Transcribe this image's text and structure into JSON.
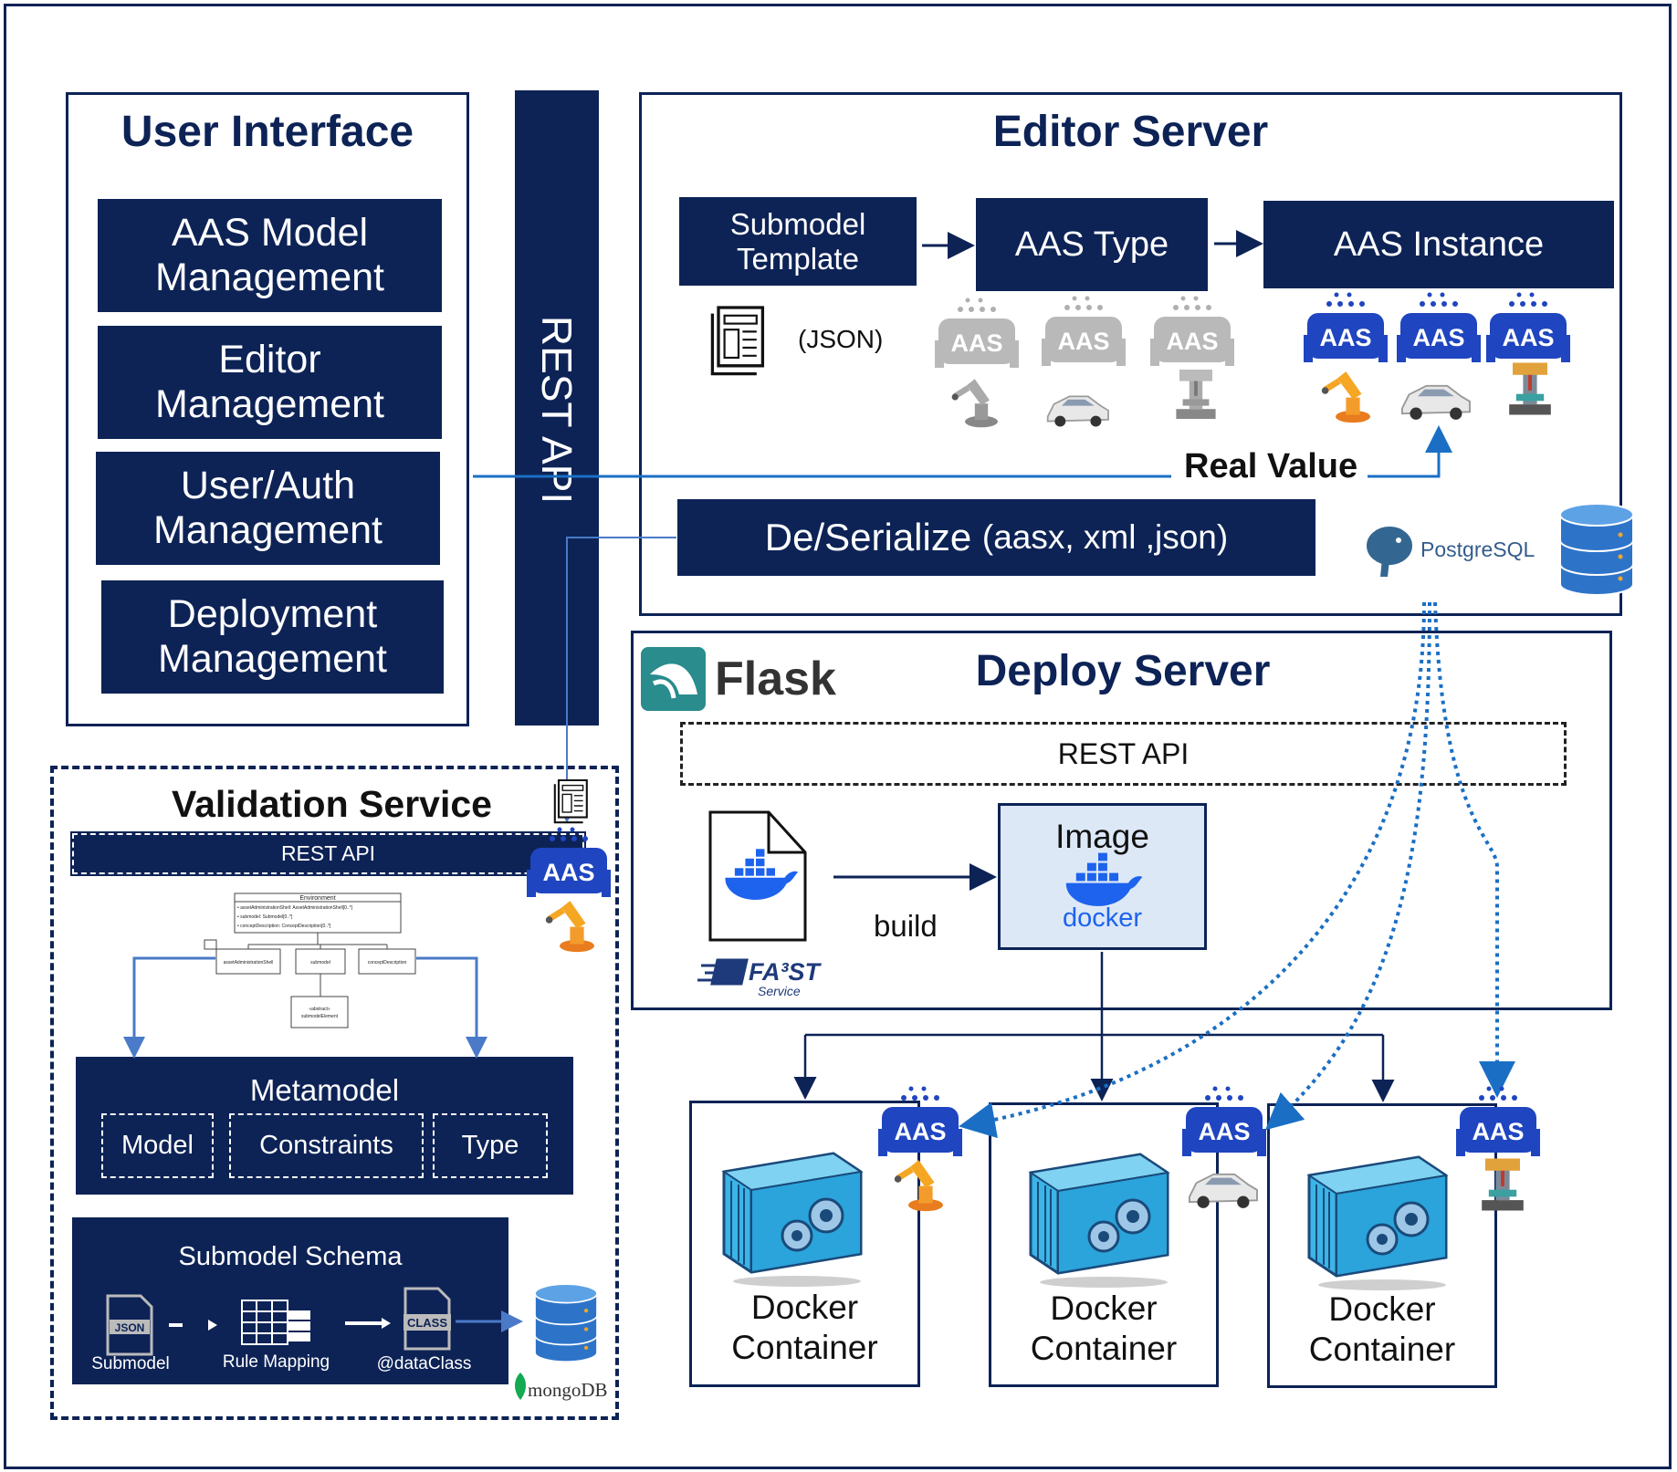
{
  "ui_panel": {
    "title": "User Interface",
    "items": [
      {
        "line1": "AAS Model",
        "line2": "Management"
      },
      {
        "line1": "Editor",
        "line2": "Management"
      },
      {
        "line1": "User/Auth",
        "line2": "Management"
      },
      {
        "line1": "Deployment",
        "line2": "Management"
      }
    ]
  },
  "rest_api_bar": {
    "label": "REST API"
  },
  "editor_server": {
    "title": "Editor Server",
    "submodel_template": {
      "line1": "Submodel",
      "line2": "Template"
    },
    "aas_type": "AAS Type",
    "aas_instance": "AAS Instance",
    "json_note": "(JSON)",
    "aas_badge": "AAS",
    "real_value": "Real Value",
    "deserialize_main": "De/Serialize",
    "deserialize_formats": "(aasx, xml ,json)",
    "postgres": "PostgreSQL"
  },
  "deploy_server": {
    "flask": "Flask",
    "title": "Deploy Server",
    "rest_api": "REST API",
    "docker_word": "docker",
    "build": "build",
    "image": "Image",
    "fast_logo": "FA³ST",
    "fast_service": "Service"
  },
  "containers": [
    {
      "line1": "Docker",
      "line2": "Container",
      "badge": "AAS",
      "asset": "robot-arm"
    },
    {
      "line1": "Docker",
      "line2": "Container",
      "badge": "AAS",
      "asset": "car"
    },
    {
      "line1": "Docker",
      "line2": "Container",
      "badge": "AAS",
      "asset": "machine-tool"
    }
  ],
  "validation": {
    "title": "Validation Service",
    "rest_api": "REST API",
    "badge": "AAS",
    "uml": {
      "env": "Environment",
      "env_attrs": [
        "• assetAdministrationShell: AssetAdministrationShell[0..*]",
        "• submodel: Submodel[0..*]",
        "• conceptDescription: ConceptDescription[0..*]"
      ],
      "children": [
        "assetAdministrationShell",
        "submodel",
        "conceptDescription"
      ],
      "bottom_stereo": "«abstract»",
      "bottom": "submodelElement"
    },
    "metamodel": {
      "title": "Metamodel",
      "parts": [
        "Model",
        "Constraints",
        "Type"
      ]
    },
    "schema": {
      "title": "Submodel Schema",
      "steps": [
        "Submodel",
        "Rule Mapping",
        "@dataClass"
      ],
      "json_tag": "JSON",
      "class_tag": "CLASS"
    },
    "mongo": "mongoDB"
  },
  "colors": {
    "navy": "#0d2356",
    "accent": "#1a6fc4",
    "light_blue": "#dde8f7",
    "container": "#3cb4e6"
  }
}
